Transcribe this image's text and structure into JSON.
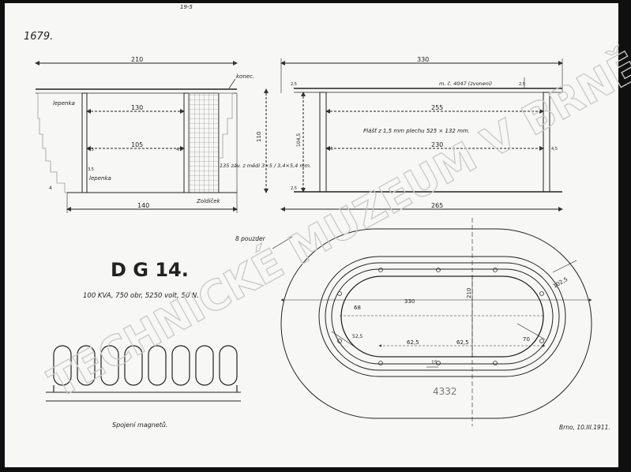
{
  "drawing": {
    "sheet_number": "1679.",
    "top_pencil_note": "19-5",
    "title": "D G 14.",
    "subtitle": "100 KVA, 750 obr, 5250 volt, 50 N.",
    "connection_caption": "Spojení magnetů.",
    "date_place": "Brno, 10.III.1911.",
    "watermark": "TECHNICKÉ MUZEUM V BRNĚ",
    "stamp_number": "4332"
  },
  "left_view": {
    "dim_total": "210",
    "dim_inner": "130",
    "dim_core": "105",
    "dim_base": "140",
    "label_konec": "konec.",
    "label_lepenka_top": "lepenka",
    "label_lepenka_bottom": "lepenka",
    "label_zoldicek": "Zoldíček",
    "dim_gap_left": "4,5",
    "dim_gap_right": "4,5",
    "dim_small": "3,5",
    "dim_side": "4",
    "winding_note": "135 záv. z mědi 3×5 / 3,4×5,4 mm."
  },
  "right_view": {
    "dim_total": "330",
    "dim_inner": "255",
    "dim_core": "230",
    "dim_base": "265",
    "dim_height": "110",
    "dim_height_inner": "104,5",
    "dim_top": "2,5",
    "dim_bottom": "2,5",
    "dim_left": "4,5",
    "dim_right": "4,5",
    "dim_right_top": "2,5",
    "sheet_note": "Plášť z 1,5 mm plechu 525 × 132 mm.",
    "top_note": "m. č. 4047 (zvoneni)"
  },
  "plan_view": {
    "label_pouzder": "8 pouzder",
    "dim_330": "330",
    "dim_210": "210",
    "dim_102": "102,5",
    "dim_68": "68",
    "dim_52": "52,5",
    "dim_62_left": "62,5",
    "dim_62_right": "62,5",
    "dim_70": "70",
    "dim_15": "15"
  }
}
